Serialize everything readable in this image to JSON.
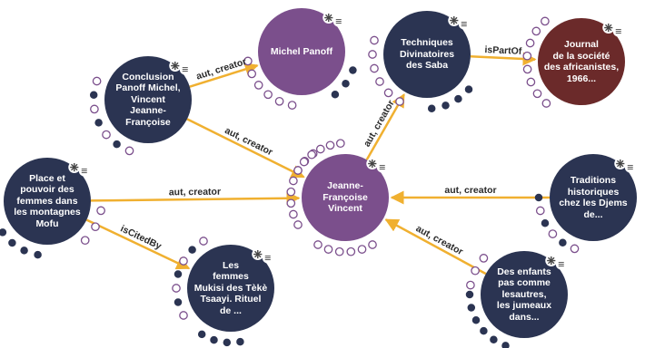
{
  "colors": {
    "document_node": "#2b3452",
    "person_node": "#7b4f8c",
    "journal_node": "#6b2a2a",
    "edge": "#f0b030",
    "ring_stroke": "#7b4f8c",
    "dot_dark": "#2b3452"
  },
  "nodes": [
    {
      "id": "conclusion",
      "type": "document",
      "label": "Conclusion\nPanoff Michel,\nVincent\nJeanne-\nFrançoise"
    },
    {
      "id": "panoff",
      "type": "person",
      "label": "Michel Panoff"
    },
    {
      "id": "techniques",
      "type": "document",
      "label": "Techniques\nDivinatoires\ndes Saba"
    },
    {
      "id": "journal",
      "type": "journal",
      "label": "Journal\nde la société\ndes africanistes,\n1966..."
    },
    {
      "id": "place",
      "type": "document",
      "label": "Place et\npouvoir des\nfemmes dans\nles montagnes\nMofu"
    },
    {
      "id": "vincent",
      "type": "person",
      "label": "Jeanne-\nFrançoise\nVincent"
    },
    {
      "id": "traditions",
      "type": "document",
      "label": "Traditions\nhistoriques\nchez les Djems\nde..."
    },
    {
      "id": "femmes",
      "type": "document",
      "label": "Les\nfemmes\nMukisi des Tèkè\nTsaayi. Rituel\nde ..."
    },
    {
      "id": "enfants",
      "type": "document",
      "label": "Des enfants\npas comme\nlesautres,\nles jumeaux\ndans..."
    }
  ],
  "edges": [
    {
      "id": "e1",
      "from": "conclusion",
      "to": "panoff",
      "label": "aut, creator"
    },
    {
      "id": "e2",
      "from": "conclusion",
      "to": "vincent",
      "label": "aut, creator"
    },
    {
      "id": "e3",
      "from": "techniques",
      "to": "journal",
      "label": "isPartOf"
    },
    {
      "id": "e4",
      "from": "vincent",
      "to": "techniques",
      "label": "aut, creator"
    },
    {
      "id": "e5",
      "from": "place",
      "to": "vincent",
      "label": "aut, creator"
    },
    {
      "id": "e6",
      "from": "traditions",
      "to": "vincent",
      "label": "aut, creator"
    },
    {
      "id": "e7",
      "from": "place",
      "to": "femmes",
      "label": "isCitedBy"
    },
    {
      "id": "e8",
      "from": "enfants",
      "to": "vincent",
      "label": "aut, creator"
    }
  ],
  "icons": {
    "node_settings": "gear-icon",
    "node_menu": "menu-lines-icon"
  }
}
